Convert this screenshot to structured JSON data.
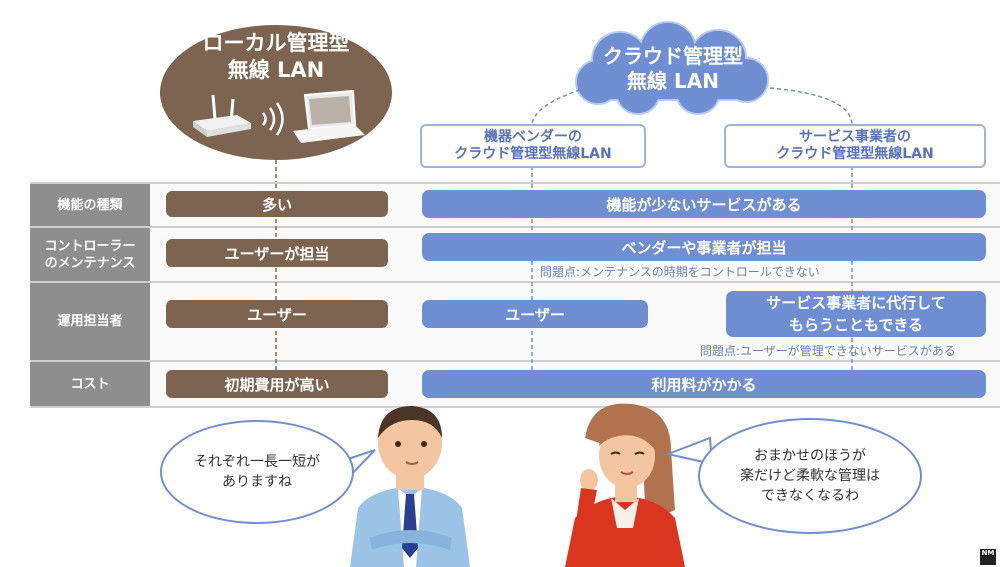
{
  "header": {
    "local_title_line1": "ローカル管理型",
    "local_title_line2": "無線 LAN",
    "cloud_title_line1": "クラウド管理型",
    "cloud_title_line2": "無線 LAN",
    "vendor_line1": "機器ベンダーの",
    "vendor_line2": "クラウド管理型無線LAN",
    "service_line1": "サービス事業者の",
    "service_line2": "クラウド管理型無線LAN"
  },
  "rows": {
    "features": {
      "label": "機能の種類",
      "local": "多い",
      "cloud": "機能が少ないサービスがある"
    },
    "maintenance": {
      "label_line1": "コントローラー",
      "label_line2": "のメンテナンス",
      "local": "ユーザーが担当",
      "cloud": "ベンダーや事業者が担当",
      "note": "問題点:メンテナンスの時期をコントロールできない"
    },
    "operator": {
      "label": "運用担当者",
      "local": "ユーザー",
      "vendor": "ユーザー",
      "service_line1": "サービス事業者に代行して",
      "service_line2": "もらうこともできる",
      "note": "問題点:ユーザーが管理できないサービスがある"
    },
    "cost": {
      "label": "コスト",
      "local": "初期費用が高い",
      "cloud": "利用料がかかる"
    }
  },
  "speech": {
    "man_line1": "それぞれ一長一短が",
    "man_line2": "ありますね",
    "woman_line1": "おまかせのほうが",
    "woman_line2": "楽だけど柔軟な管理は",
    "woman_line3": "できなくなるわ"
  },
  "logo": "NM",
  "colors": {
    "brown": "#7d6450",
    "blue": "#6f8fd2",
    "gray": "#8e8e8e"
  }
}
